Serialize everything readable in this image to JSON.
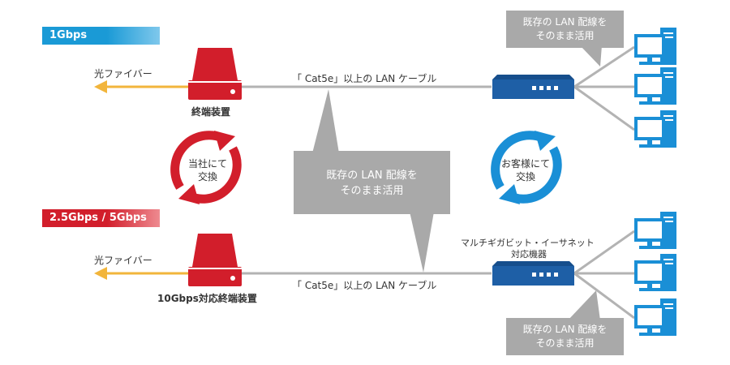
{
  "badges": {
    "top": "1Gbps",
    "bottom": "2.5Gbps / 5Gbps"
  },
  "top": {
    "fiber_label": "光ファイバー",
    "terminal_label": "終端装置",
    "cable_label": "「 Cat5e」以上の LAN ケーブル"
  },
  "bottom": {
    "fiber_label": "光ファイバー",
    "terminal_label": "10Gbps対応終端装置",
    "cable_label": "「 Cat5e」以上の LAN ケーブル",
    "switch_label_line1": "マルチギガビット・イーサネット",
    "switch_label_line2": "対応機器"
  },
  "swap_left": {
    "line1": "当社にて",
    "line2": "交換"
  },
  "swap_right": {
    "line1": "お客様にて",
    "line2": "交換"
  },
  "callouts": {
    "center": {
      "line1": "既存の LAN 配線を",
      "line2": "そのまま活用"
    },
    "top_right": {
      "line1": "既存の LAN 配線を",
      "line2": "そのまま活用"
    },
    "bottom_right": {
      "line1": "既存の LAN 配線を",
      "line2": "そのまま活用"
    }
  },
  "colors": {
    "fiber_arrow": "#f2b53b",
    "terminal": "#d21e2b",
    "switch": "#1e5fa6",
    "pc": "#1a8fd6",
    "cable": "#b3b3b3",
    "callout": "#a9a9a9",
    "swap_left": "#d21e2b",
    "swap_right": "#1a8fd6"
  },
  "icons": [
    "fiber-arrow-icon",
    "terminal-device-icon",
    "network-switch-icon",
    "desktop-pc-icon",
    "cycle-arrows-icon"
  ]
}
